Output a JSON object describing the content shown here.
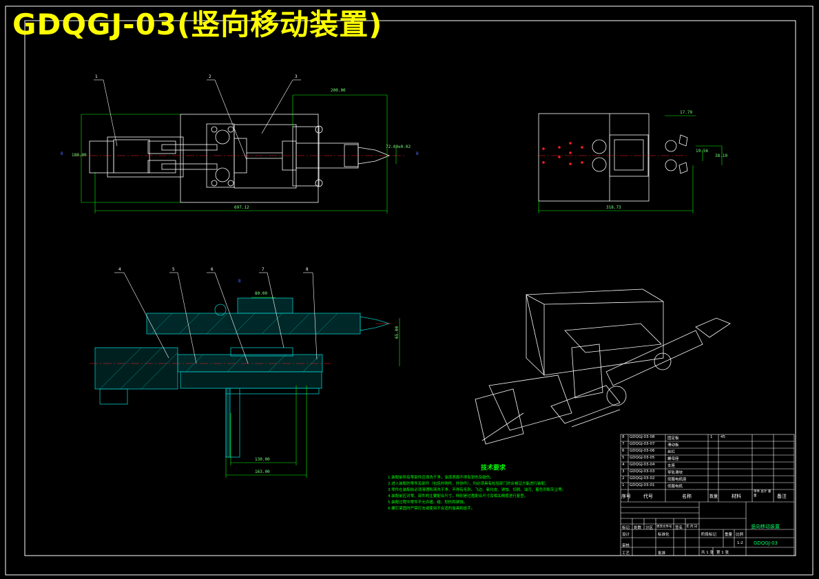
{
  "title": "GDQGJ-03(竖向移动装置)",
  "colors": {
    "background": "#000000",
    "border": "#ffffff",
    "title": "#ffff00",
    "dimension": "#00ff00",
    "centerline": "#ff2020",
    "section_hatch": "#00c8c8",
    "leader": "#ffffff"
  },
  "part_balloons": {
    "top_view": [
      "1",
      "2",
      "3"
    ],
    "section_view": [
      "4",
      "5",
      "6",
      "7",
      "8"
    ],
    "section_mark": "B"
  },
  "dimensions": {
    "top_width": "200.00",
    "top_height": "180.00",
    "top_overall": "697.12",
    "top_tip": "72.00±0.02",
    "side_top": "17.79",
    "side_mid": "19.56",
    "side_right": "38.10",
    "side_overall": "318.73",
    "sec_top": "80.00",
    "sec_height": "65.00",
    "sec_inner": "130.00",
    "sec_bottom": "163.00",
    "marker_left": "B",
    "marker_right": "B"
  },
  "tech_requirements": {
    "heading": "技术要求",
    "lines": [
      "1.装配前所有零部件应清洗干净，油漆表面不得有划伤及碰伤。",
      "2.进入装配的零件及部件（包括外购件、外协件），均必须具有检验部门的合格证方能进行装配。",
      "3.零件在装配前必须清理和清洗干净，不得有毛刺、飞边、氧化皮、锈蚀、切屑、油污、着色剂和灰尘等。",
      "4.装配前应对零、部件的主要配合尺寸，特别是过盈配合尺寸及相关精度进行复查。",
      "5.装配过程中零件不允许磕、碰、划伤和锈蚀。",
      "6.螺钉紧固时严禁打击或使用不合适的旋具和扳手。"
    ]
  },
  "parts_list": {
    "rows": [
      {
        "no": "8",
        "code": "GDQGJ-03-08",
        "name": "固定板",
        "qty": "1",
        "material": "45"
      },
      {
        "no": "7",
        "code": "GDQGJ-03-07",
        "name": "滑动板",
        "qty": "",
        "material": ""
      },
      {
        "no": "6",
        "code": "GDQGJ-03-06",
        "name": "丝杠",
        "qty": "",
        "material": ""
      },
      {
        "no": "5",
        "code": "GDQGJ-03-05",
        "name": "螺母座",
        "qty": "",
        "material": ""
      },
      {
        "no": "4",
        "code": "GDQGJ-03-04",
        "name": "支座",
        "qty": "",
        "material": ""
      },
      {
        "no": "3",
        "code": "GDQGJ-03-03",
        "name": "导轨滑块",
        "qty": "",
        "material": ""
      },
      {
        "no": "2",
        "code": "GDQGJ-03-02",
        "name": "伺服电机座",
        "qty": "",
        "material": ""
      },
      {
        "no": "1",
        "code": "GDQGJ-03-01",
        "name": "伺服电机",
        "qty": "",
        "material": ""
      }
    ],
    "header": {
      "no": "序号",
      "code": "代号",
      "name": "名称",
      "qty": "数量",
      "material": "材料",
      "weight": "单件 总计 重量",
      "remark": "备注"
    }
  },
  "title_block": {
    "drawing_name": "竖向移动装置",
    "drawing_code": "GDQGJ-03",
    "labels": [
      "标记",
      "处数",
      "分区",
      "更改文件号",
      "签名",
      "年.月.日"
    ],
    "design": "设计",
    "standard": "标准化",
    "review": "审核",
    "process": "工艺",
    "approve": "批准",
    "stage": "阶段标记",
    "weight": "重量",
    "scale": "比例",
    "scale_value": "1:2",
    "sheets": "共 1 张",
    "sheet": "第 1 张"
  }
}
